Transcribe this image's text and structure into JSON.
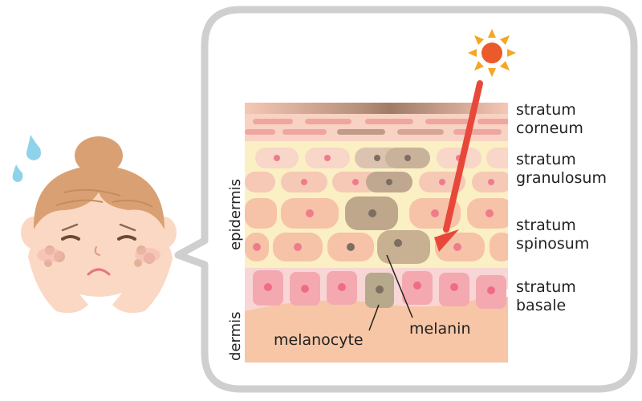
{
  "labels": {
    "stratum_corneum": [
      "stratum",
      "corneum"
    ],
    "stratum_granulosum": [
      "stratum",
      "granulosum"
    ],
    "stratum_spinosum": [
      "stratum",
      "spinosum"
    ],
    "stratum_basale": [
      "stratum",
      "basale"
    ],
    "epidermis": "epidermis",
    "dermis": "dermis",
    "melanocyte": "melanocyte",
    "melanin": "melanin"
  },
  "icons": {
    "sun": "sun-icon",
    "face": "worried-face-icon",
    "sweat": "sweat-drop-icon",
    "uv_arrow": "uv-ray-arrow-icon"
  },
  "colors": {
    "bubble_border": "#cfcfcf",
    "corneum": "#f6c7b6",
    "granulosum_bg": "#fbefc4",
    "spinosum_cell": "#f6c2a8",
    "basale_bg": "#f9d6d6",
    "basale_cell": "#f4a9b1",
    "dermis": "#f6c6a6",
    "melanocyte": "#b7a98b",
    "melanin_dot": "#7d6e62",
    "nucleus": "#ef7c8c",
    "uv_arrow": "#e8483a",
    "sun_core": "#ea5a2b",
    "sun_rays": "#f5a623",
    "skin": "#fbd8c3",
    "hair": "#d9a073",
    "sweat": "#8fd3ea"
  }
}
